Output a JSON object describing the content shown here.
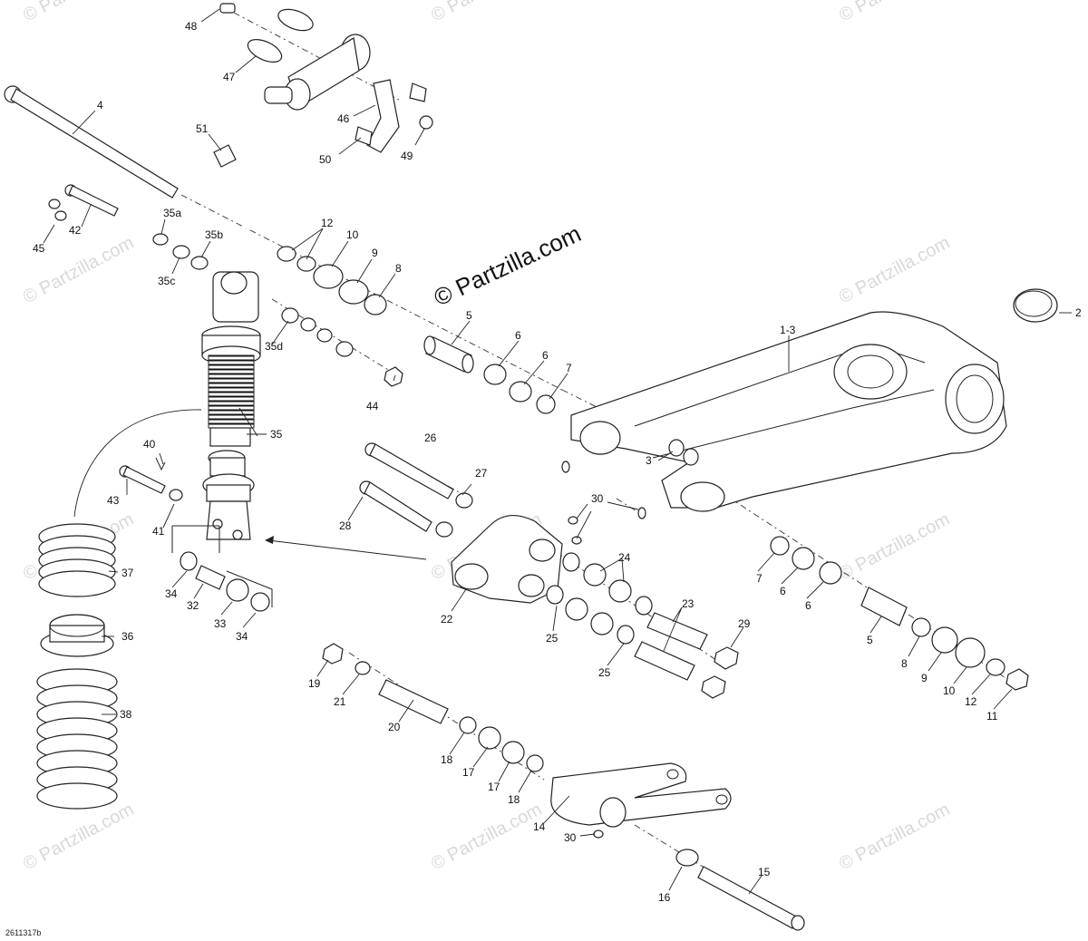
{
  "watermark": {
    "center": "© Partzilla.com",
    "tile": "© Partzilla.com"
  },
  "drawing_number": "2611317b",
  "callouts": [
    {
      "label": "48"
    },
    {
      "label": "47"
    },
    {
      "label": "46"
    },
    {
      "label": "49"
    },
    {
      "label": "50"
    },
    {
      "label": "51"
    },
    {
      "label": "4"
    },
    {
      "label": "42"
    },
    {
      "label": "45"
    },
    {
      "label": "35a"
    },
    {
      "label": "35b"
    },
    {
      "label": "35c"
    },
    {
      "label": "35d"
    },
    {
      "label": "12"
    },
    {
      "label": "10"
    },
    {
      "label": "9"
    },
    {
      "label": "8"
    },
    {
      "label": "44"
    },
    {
      "label": "5"
    },
    {
      "label": "6"
    },
    {
      "label": "6"
    },
    {
      "label": "7"
    },
    {
      "label": "1-3"
    },
    {
      "label": "2"
    },
    {
      "label": "3"
    },
    {
      "label": "35"
    },
    {
      "label": "40"
    },
    {
      "label": "43"
    },
    {
      "label": "41"
    },
    {
      "label": "26"
    },
    {
      "label": "27"
    },
    {
      "label": "28"
    },
    {
      "label": "30"
    },
    {
      "label": "37"
    },
    {
      "label": "34"
    },
    {
      "label": "32"
    },
    {
      "label": "33"
    },
    {
      "label": "34"
    },
    {
      "label": "24"
    },
    {
      "label": "22"
    },
    {
      "label": "25"
    },
    {
      "label": "23"
    },
    {
      "label": "29"
    },
    {
      "label": "25"
    },
    {
      "label": "36"
    },
    {
      "label": "7"
    },
    {
      "label": "6"
    },
    {
      "label": "6"
    },
    {
      "label": "5"
    },
    {
      "label": "8"
    },
    {
      "label": "9"
    },
    {
      "label": "10"
    },
    {
      "label": "12"
    },
    {
      "label": "11"
    },
    {
      "label": "38"
    },
    {
      "label": "19"
    },
    {
      "label": "21"
    },
    {
      "label": "20"
    },
    {
      "label": "18"
    },
    {
      "label": "17"
    },
    {
      "label": "17"
    },
    {
      "label": "18"
    },
    {
      "label": "14"
    },
    {
      "label": "30"
    },
    {
      "label": "16"
    },
    {
      "label": "15"
    }
  ]
}
